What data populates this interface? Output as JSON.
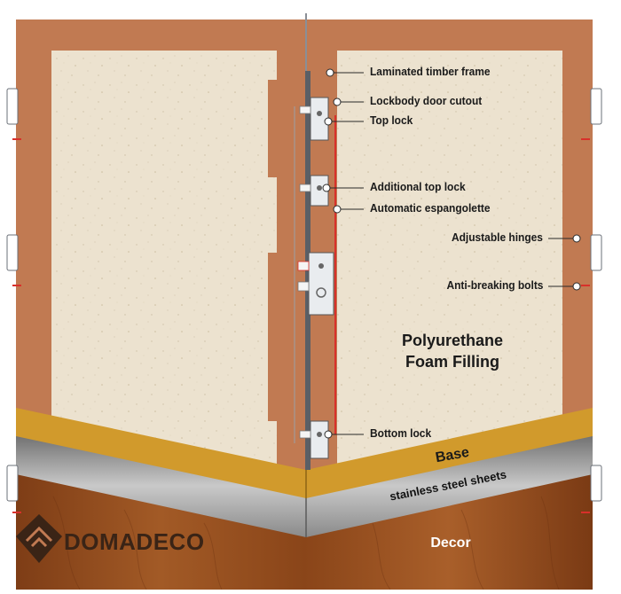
{
  "labels": {
    "laminated_frame": "Laminated timber frame",
    "lockbody_cutout": "Lockbody door cutout",
    "top_lock": "Top lock",
    "additional_top_lock": "Additional top lock",
    "auto_espagnolette": "Automatic espangolette",
    "adjustable_hinges": "Adjustable hinges",
    "anti_breaking_bolts": "Anti-breaking bolts",
    "filling_line1": "Polyurethane",
    "filling_line2": "Foam Filling",
    "bottom_lock": "Bottom lock",
    "base": "Base",
    "steel_sheets": "stainless steel sheets",
    "decor": "Decor"
  },
  "brand": {
    "name": "DOMADECO"
  },
  "colors": {
    "frame": "#c17a52",
    "foam": "#ede3d0",
    "base": "#d19a2c",
    "steel": "#9a9a9a",
    "wood": "#8f4a1e",
    "bolt_red": "#d8302a"
  }
}
